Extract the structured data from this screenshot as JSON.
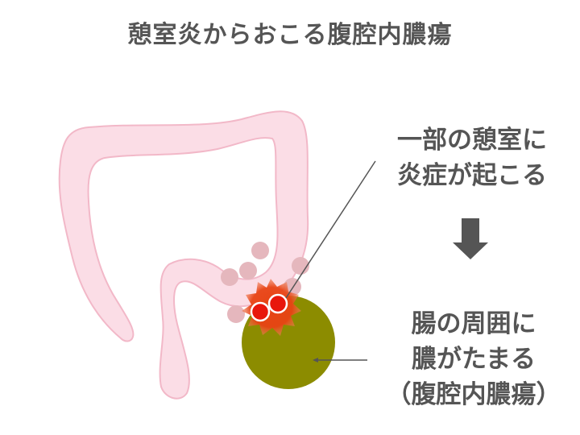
{
  "title": "憩室炎からおこる腹腔内膿瘍",
  "label_inflammation": {
    "line1": "一部の憩室に",
    "line2": "炎症が起こる"
  },
  "label_abscess": {
    "line1": "腸の周囲に",
    "line2": "膿がたまる",
    "line3": "（腹腔内膿瘍）"
  },
  "colors": {
    "colon_fill": "#fbdde6",
    "colon_stroke": "#f2b8c8",
    "diverticula": "#e5b7bd",
    "inflammation": "#e84314",
    "abscess": "#8c8c00",
    "text": "#555555",
    "arrow": "#555555"
  }
}
